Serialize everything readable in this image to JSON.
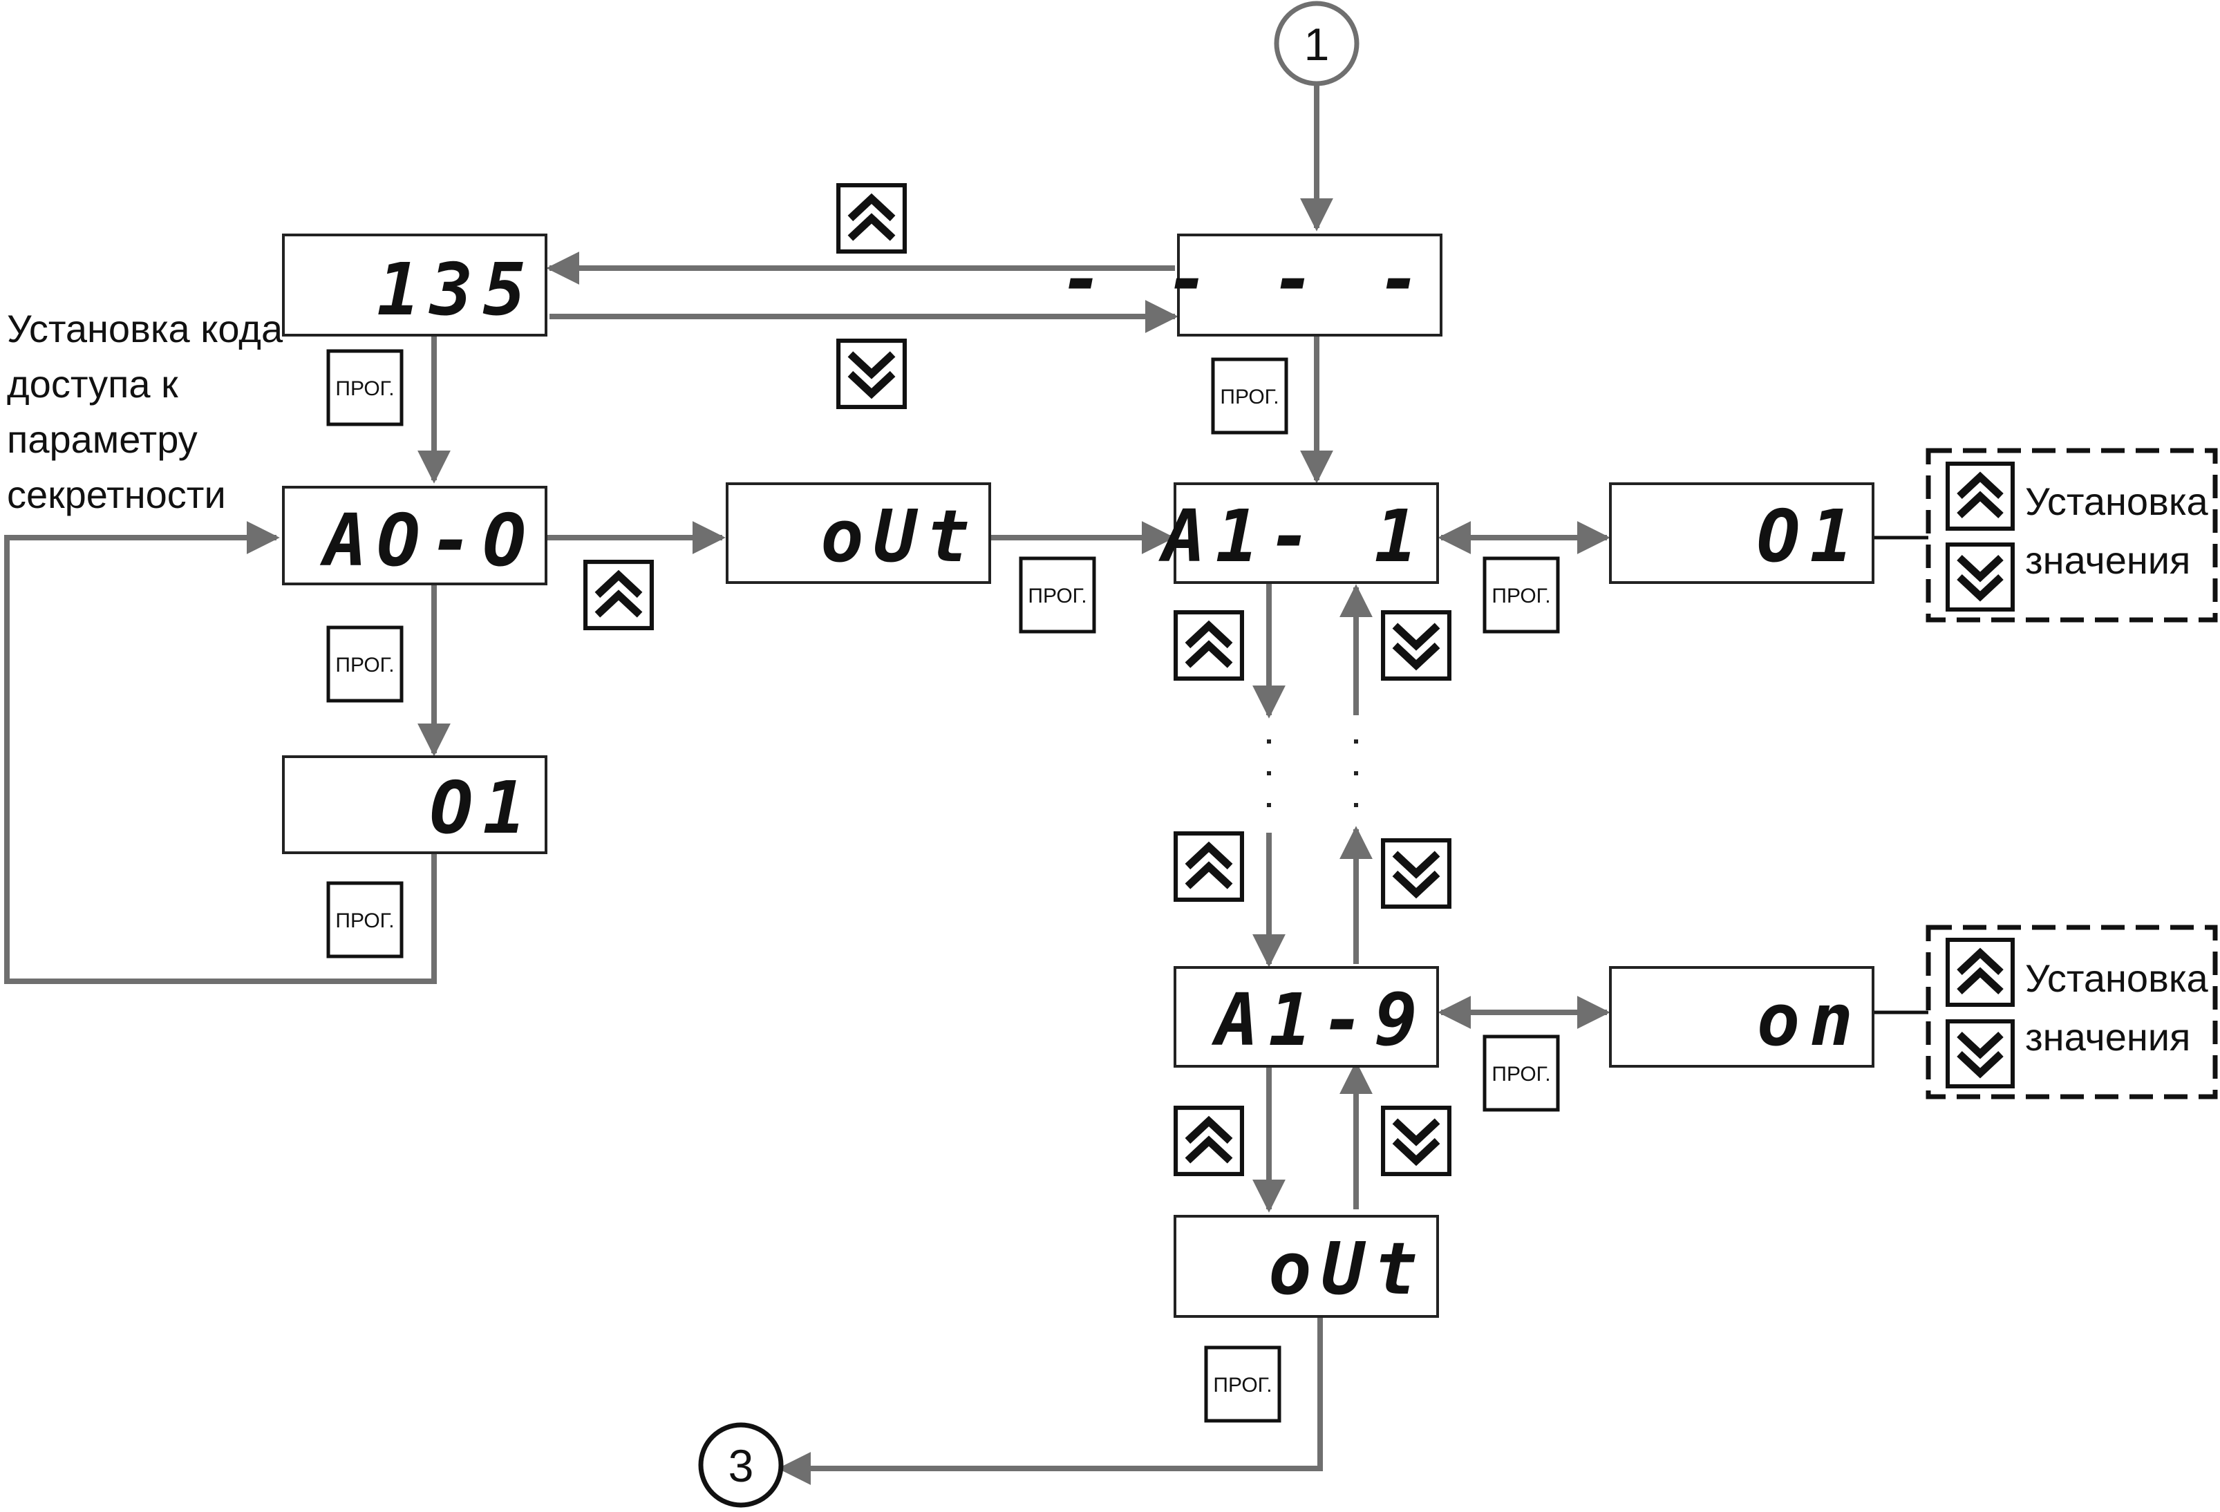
{
  "nodes": {
    "start": "1",
    "end": "3"
  },
  "displays": {
    "code": "135",
    "dashes": "- - - -",
    "ao0": "AO-O",
    "out_top": "oUt",
    "a1_1": "A1- 1",
    "a1_9": "A1-9",
    "val_01_left": "O1",
    "val_01_right": "O1",
    "val_on": "on",
    "out_bottom": "oUt"
  },
  "buttons": {
    "prog": "ПРОГ."
  },
  "labels": {
    "access_code": [
      "Установка кода",
      "доступа к",
      "параметру",
      "секретности"
    ],
    "set_value_1": [
      "Установка",
      "значения"
    ],
    "set_value_2": [
      "Установка",
      "значения"
    ]
  },
  "colors": {
    "connector": "#6f6f6f",
    "frame": "#222222"
  }
}
